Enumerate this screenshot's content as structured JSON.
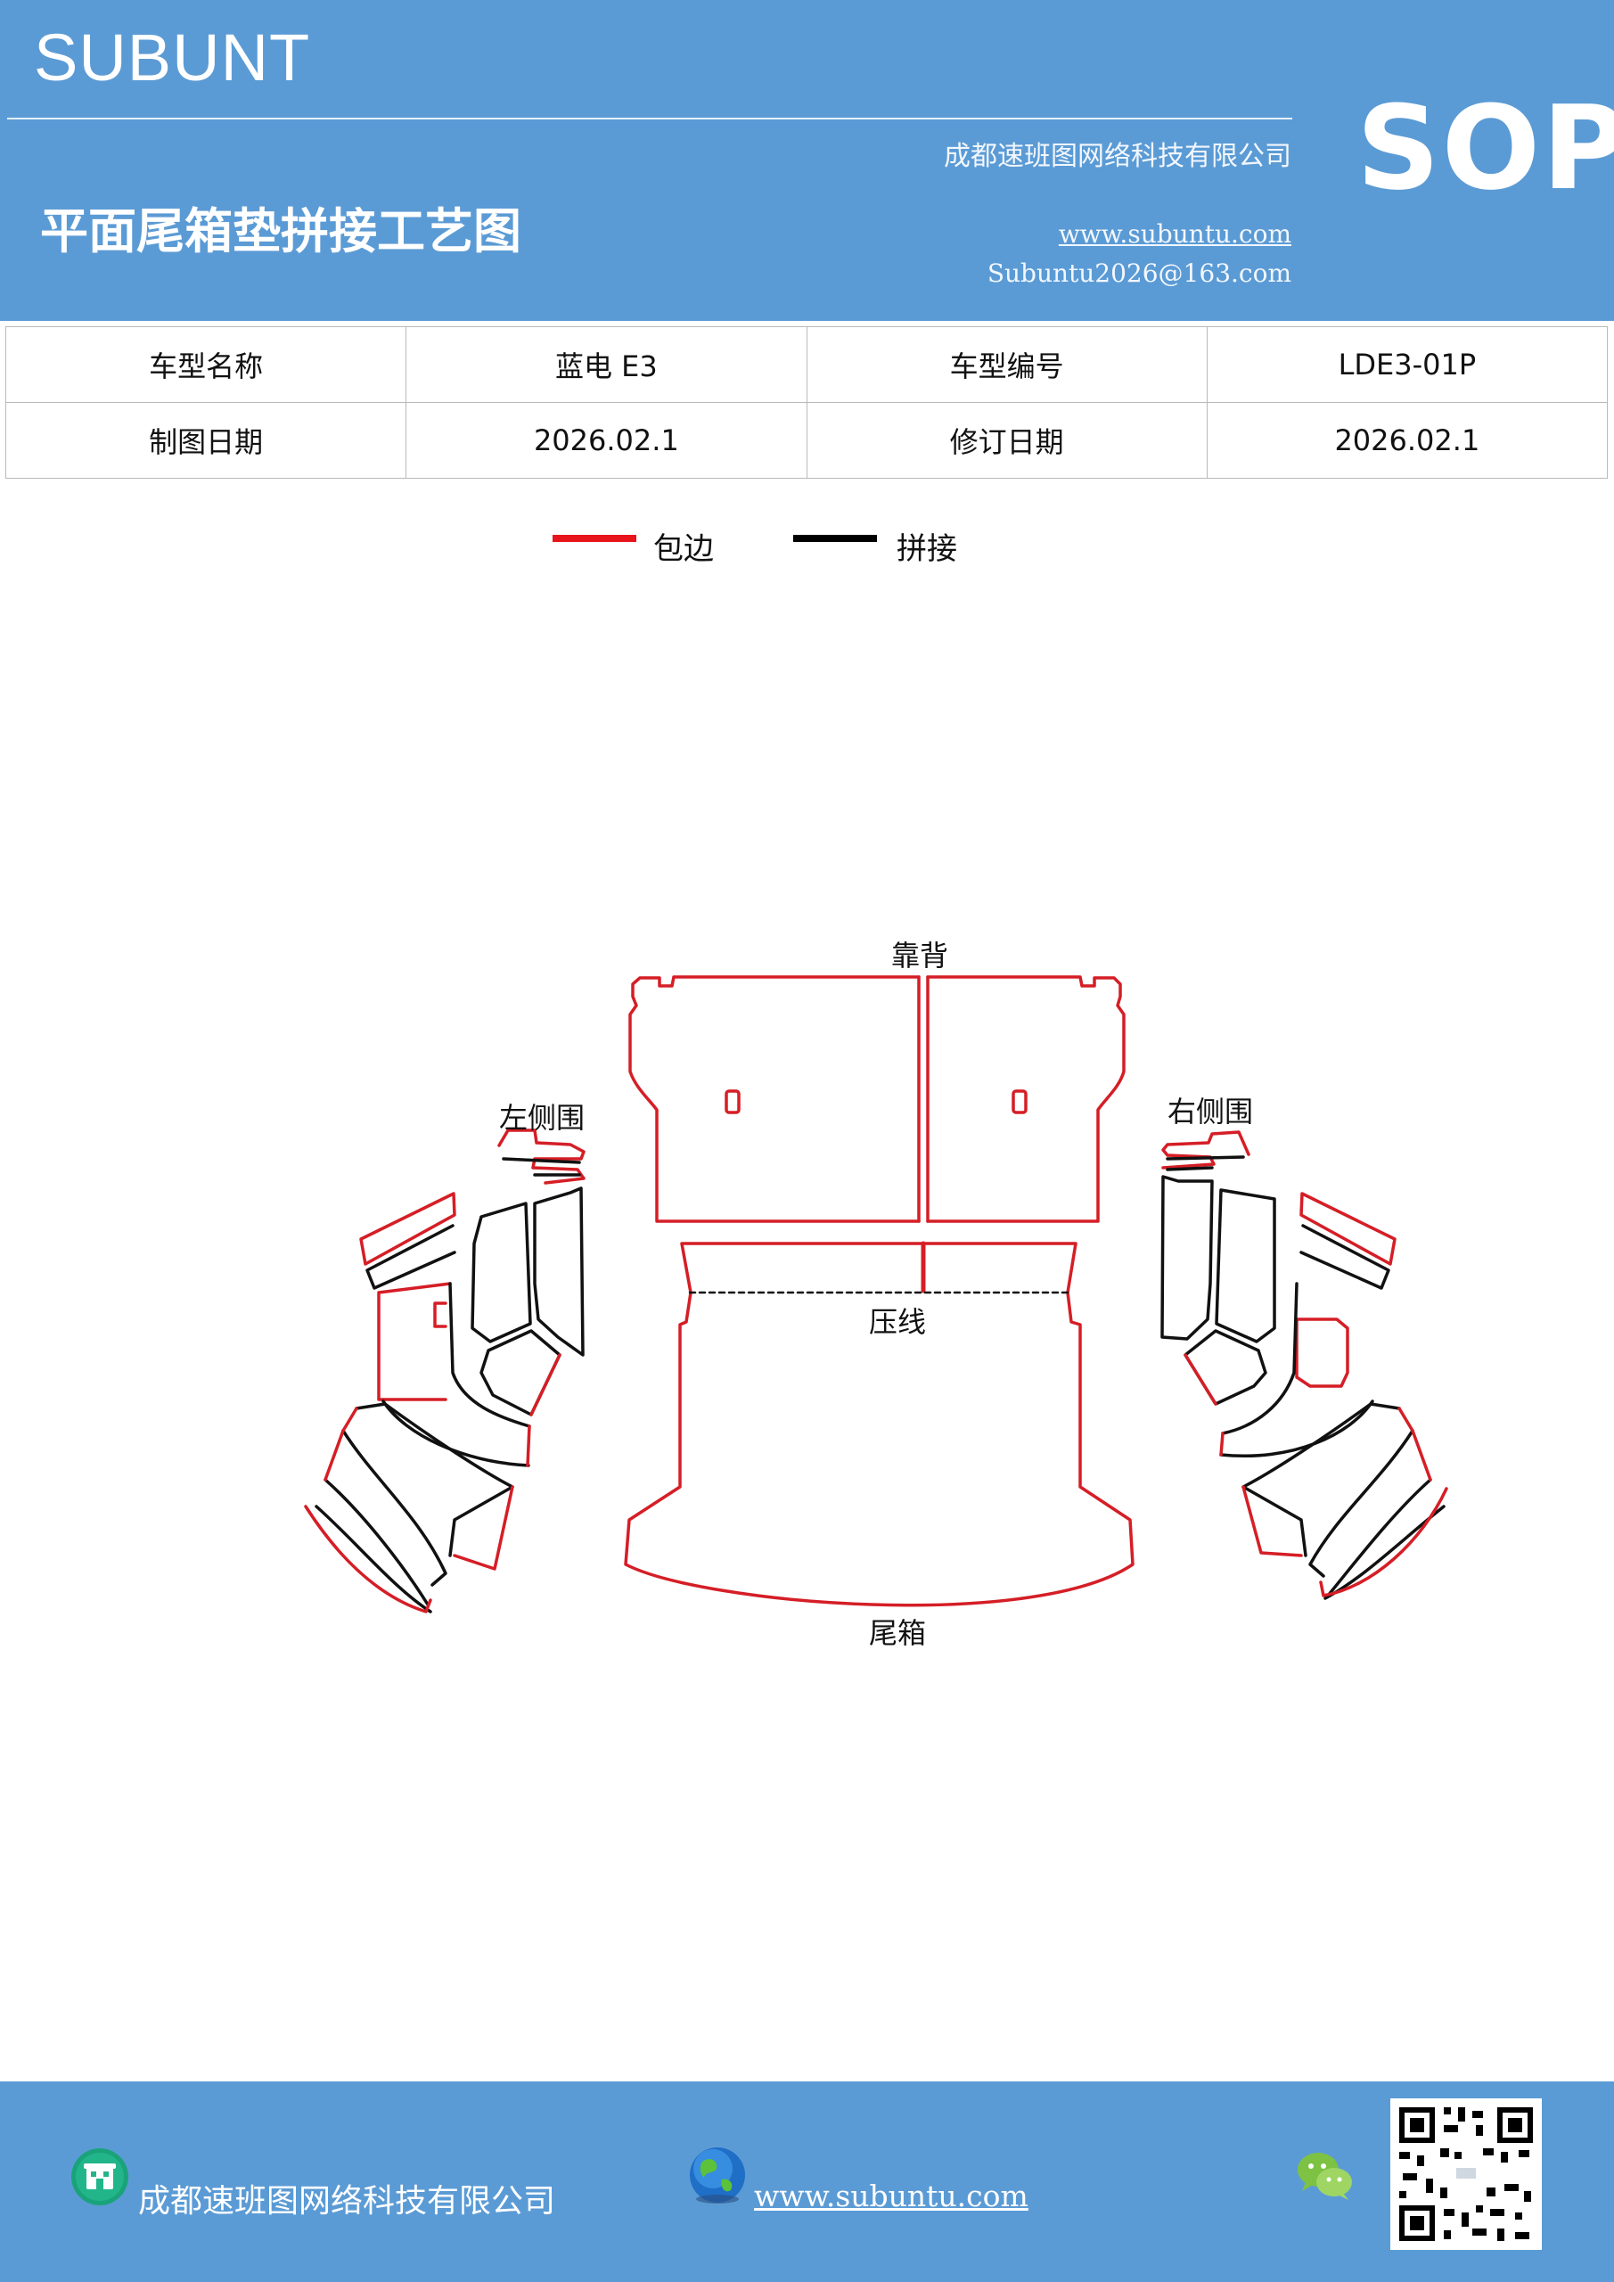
{
  "header": {
    "brand": "SUBUNT",
    "company": "成都速班图网络科技有限公司",
    "title": "平面尾箱垫拼接工艺图",
    "website": "www.subuntu.com",
    "email": "Subuntu2026@163.com",
    "badge": "SOP"
  },
  "info_table": {
    "rows": [
      [
        "车型名称",
        "蓝电 E3",
        "车型编号",
        "LDE3-01P"
      ],
      [
        "制图日期",
        "2026.02.1",
        "修订日期",
        "2026.02.1"
      ]
    ]
  },
  "legend": {
    "items": [
      {
        "label": "包边",
        "color": "#e8141c"
      },
      {
        "label": "拼接",
        "color": "#000000"
      }
    ]
  },
  "diagram": {
    "labels": {
      "backrest": "靠背",
      "left_side": "左侧围",
      "right_side": "右侧围",
      "crease": "压线",
      "trunk": "尾箱"
    },
    "colors": {
      "edge": "#d51e26",
      "seam": "#111111"
    }
  },
  "footer": {
    "company": "成都速班图网络科技有限公司",
    "website": "www.subuntu.com",
    "icons": [
      "building-icon",
      "globe-icon",
      "wechat-icon",
      "qr-code"
    ]
  }
}
